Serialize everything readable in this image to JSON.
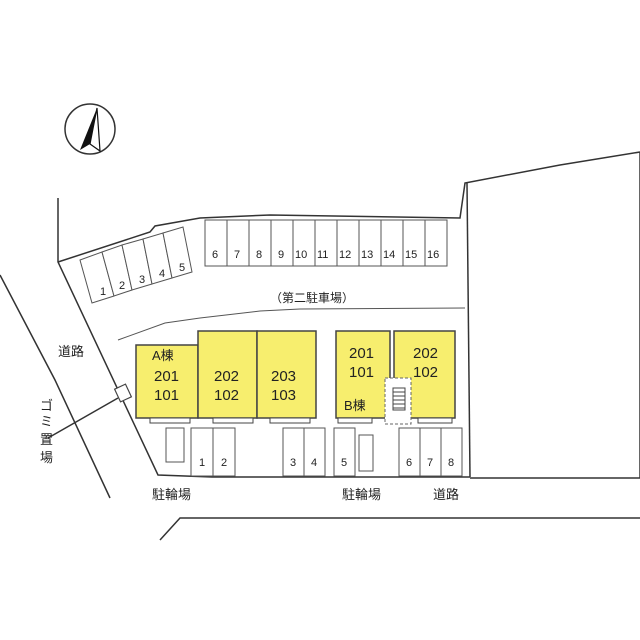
{
  "road_left_label": "道路",
  "road_bottom_label": "道路",
  "garbage_label": [
    "ゴ",
    "ミ",
    "置",
    "場"
  ],
  "second_parking_label": "（第二駐車場）",
  "bike_parking_label": "駐輪場",
  "building_a": {
    "name": "A棟",
    "units": [
      {
        "upper": "201",
        "lower": "101"
      },
      {
        "upper": "202",
        "lower": "102"
      },
      {
        "upper": "203",
        "lower": "103"
      }
    ]
  },
  "building_b": {
    "name": "B棟",
    "units": [
      {
        "upper": "201",
        "lower": "101"
      },
      {
        "upper": "202",
        "lower": "102"
      }
    ]
  },
  "second_parking_spaces": [
    "1",
    "2",
    "3",
    "4",
    "5",
    "6",
    "7",
    "8",
    "9",
    "10",
    "11",
    "12",
    "13",
    "14",
    "15",
    "16"
  ],
  "main_parking_spaces": [
    "1",
    "2",
    "3",
    "4",
    "5",
    "6",
    "7",
    "8"
  ],
  "north_arrow": {
    "icon": "north-arrow-icon"
  }
}
